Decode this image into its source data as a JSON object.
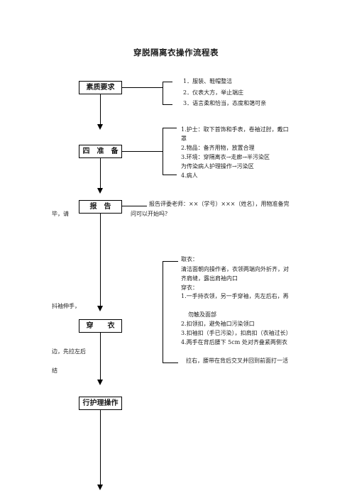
{
  "title": "穿脱隔离衣操作流程表",
  "steps": [
    {
      "label": "素质要求"
    },
    {
      "label": "四　准　备"
    },
    {
      "label": "报　告"
    },
    {
      "label": "穿　　衣"
    },
    {
      "label": "行护理操作"
    }
  ],
  "notes": {
    "quality": [
      "1．服装、鞋帽整洁",
      "2．仪表大方，举止端庄",
      "3．语言柔和恰当，态度和蔼可亲"
    ],
    "prepare": [
      "1.护士：取下首饰和手表，卷袖过肘，戴口",
      "罩",
      "2.物品：备齐用物，放置合理",
      "3.环境：穿隔离衣→走廊→半污染区",
      "为传染病人护理操作→污染区",
      "4.病人"
    ],
    "report": {
      "line1": "报告评委老师：××（学号）×××（姓名），用物准备完",
      "wrap_left": "毕，请",
      "line2": "问可以开始吗？"
    },
    "wear": {
      "lines": [
        "取衣：",
        "清洁面朝向操作者，衣领两端向外折齐，对",
        "齐肩缝，露出肩袖内口",
        "穿衣：",
        "1.一手持衣领，另一手穿袖，先左后右，再"
      ],
      "left_a": "抖袖伸手，",
      "lines2": [
        "勿触及面部",
        "2.扣领扣，避免袖口污染领口",
        "3.扣袖扣（手已污染），扣肩扣（衣袖过长）",
        "4.两手在背后腰下 5cm 处对齐叠紧两侧衣"
      ],
      "left_b": "边，先拉左后",
      "last": "拉右，腰带在背后交叉并回到前面打一活",
      "left_c": "结"
    }
  }
}
